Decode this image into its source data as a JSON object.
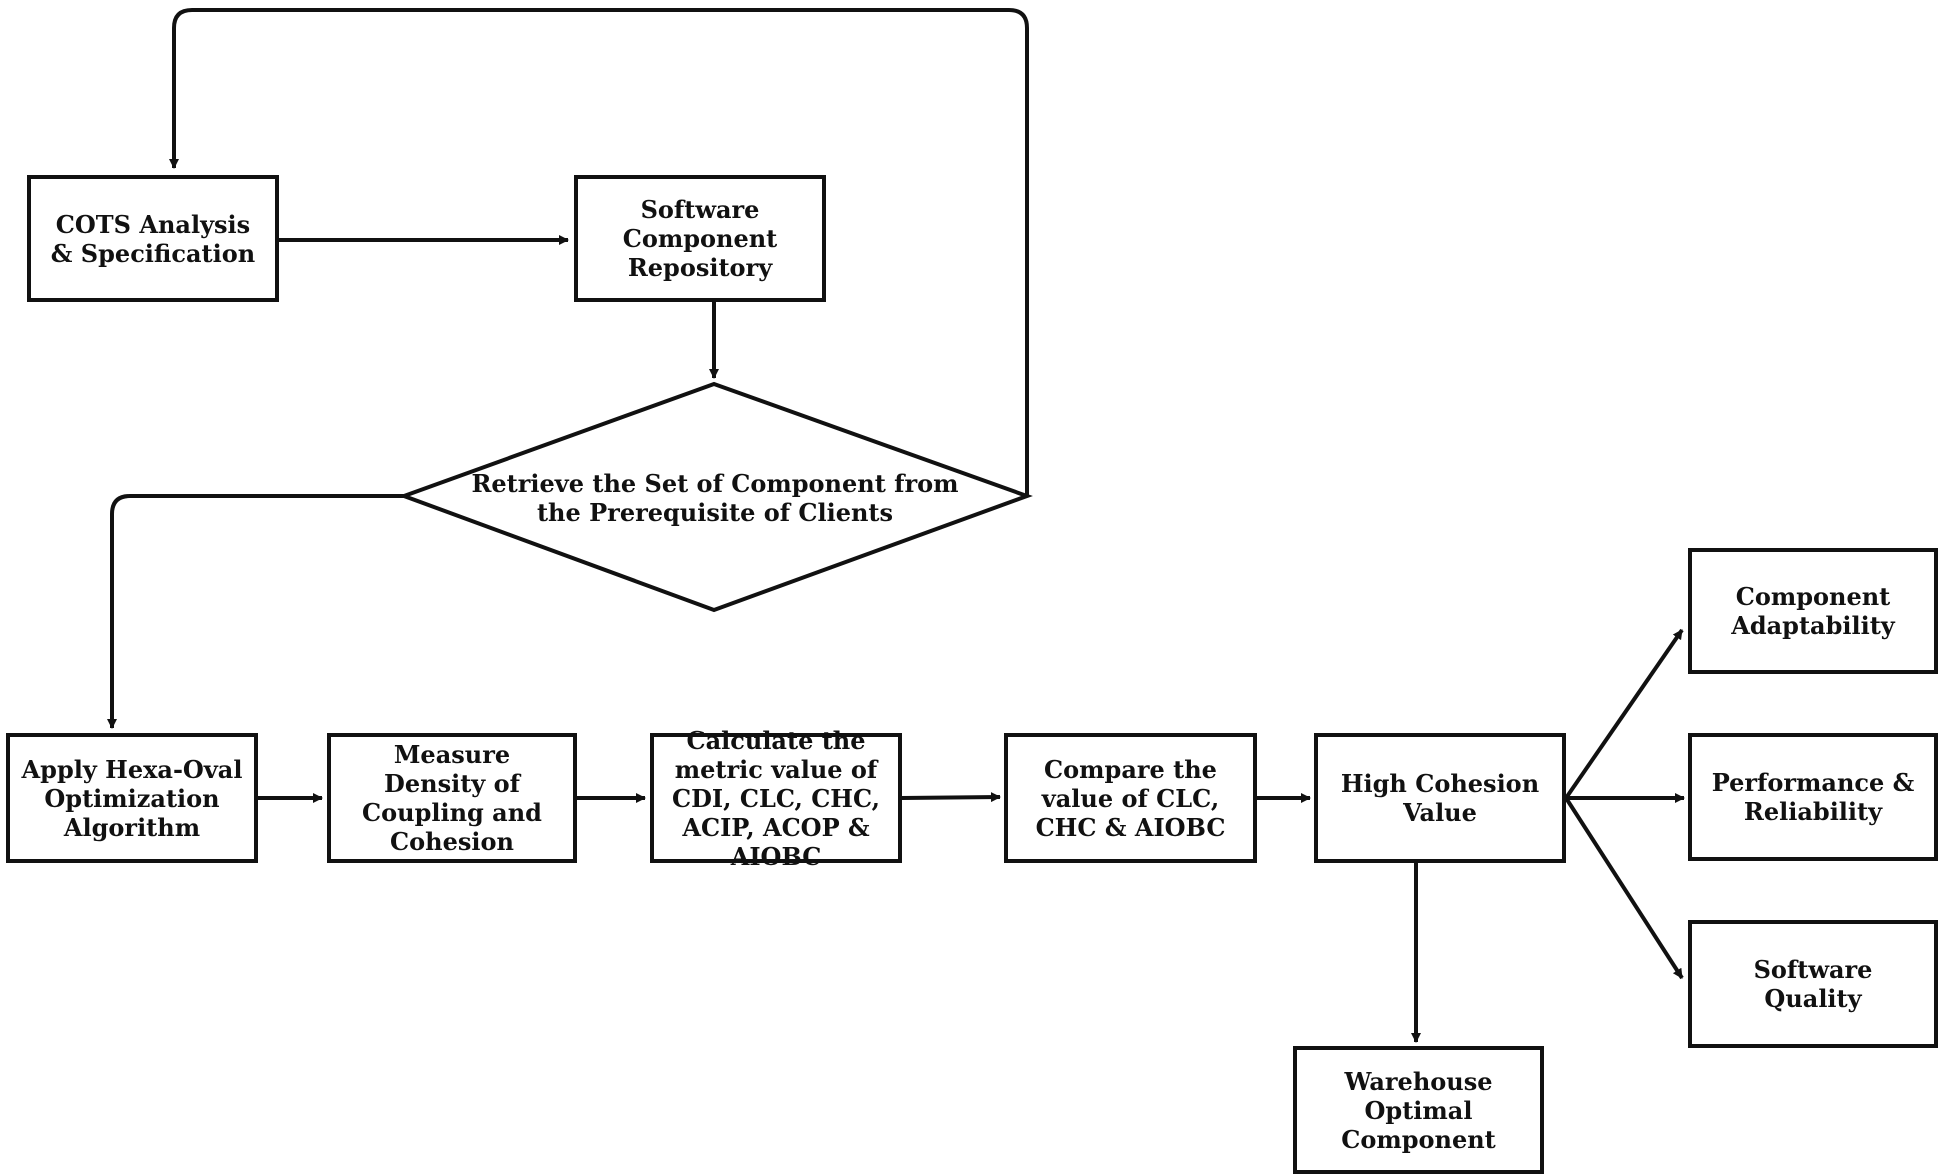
{
  "nodes": {
    "cots_analysis": "COTS Analysis & Specification",
    "software_repository": "Software Component Repository",
    "retrieve_decision": "Retrieve the Set of Component from the Prerequisite of Clients",
    "apply_hexa_oval": "Apply Hexa-Oval Optimization Algorithm",
    "measure_density": "Measure Density of Coupling and Cohesion",
    "calculate_metric": "Calculate the metric value of CDI, CLC, CHC, ACIP, ACOP & AIOBC",
    "compare_value": "Compare the value of CLC, CHC & AIOBC",
    "high_cohesion": "High Cohesion Value",
    "component_adaptability": "Component Adaptability",
    "performance_reliability": "Performance & Reliability",
    "software_quality": "Software Quality",
    "warehouse_optimal": "Warehouse Optimal Component"
  },
  "colors": {
    "stroke": "#111111",
    "background": "#ffffff"
  }
}
